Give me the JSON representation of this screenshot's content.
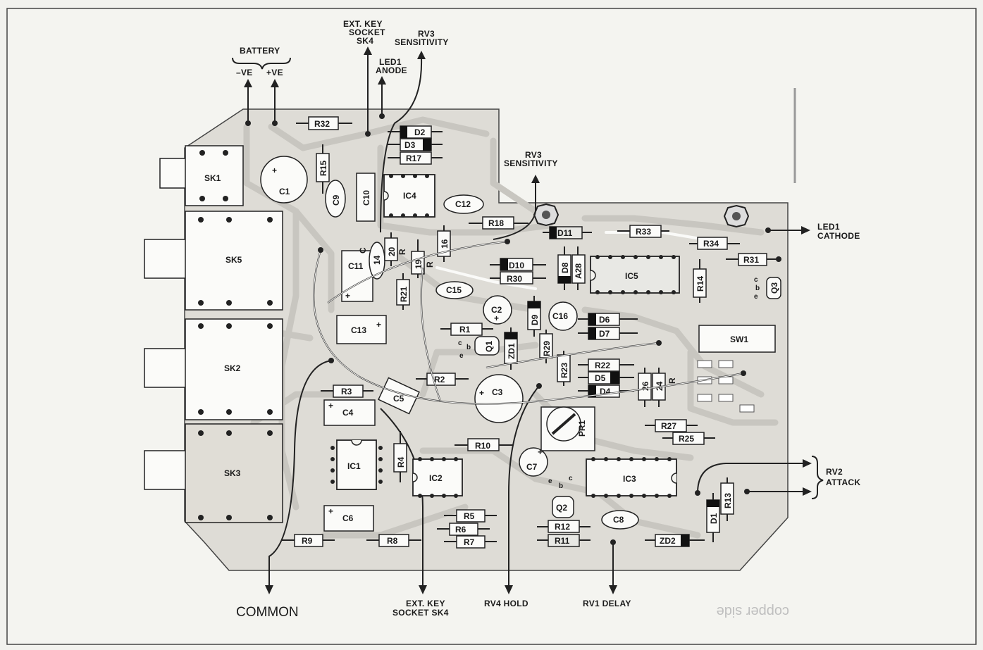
{
  "labels": {
    "battery": "BATTERY",
    "battery_neg": "–VE",
    "battery_pos": "+VE",
    "ext_key_top_1": "EXT. KEY",
    "ext_key_top_2": "SOCKET",
    "ext_key_top_3": "SK4",
    "rv3_top_1": "RV3",
    "rv3_top_2": "SENSITIVITY",
    "led1_anode_1": "LED1",
    "led1_anode_2": "ANODE",
    "rv3_mid_1": "RV3",
    "rv3_mid_2": "SENSITIVITY",
    "led1_cathode_1": "LED1",
    "led1_cathode_2": "CATHODE",
    "rv2_1": "RV2",
    "rv2_2": "ATTACK",
    "common": "COMMON",
    "ext_key_bottom_1": "EXT. KEY",
    "ext_key_bottom_2": "SOCKET SK4",
    "rv4": "RV4 HOLD",
    "rv1": "RV1 DELAY",
    "copper_side": "copper side"
  },
  "components": {
    "sk1": "SK1",
    "sk5": "SK5",
    "sk2": "SK2",
    "sk3": "SK3",
    "c1": "C1",
    "c9": "C9",
    "c10": "C10",
    "c11": "C11",
    "c12": "C12",
    "c13": "C13",
    "c14": "14",
    "c15": "C15",
    "c16": "C16",
    "c2": "C2",
    "c3": "C3",
    "c4": "C4",
    "c5": "C5",
    "c6": "C6",
    "c7": "C7",
    "c8": "C8",
    "c_mark": "C",
    "ic1": "IC1",
    "ic2": "IC2",
    "ic3": "IC3",
    "ic4": "IC4",
    "ic5": "IC5",
    "r32": "R32",
    "r15": "R15",
    "r17": "R17",
    "r18": "R18",
    "r20": "20",
    "r19": "19",
    "r16": "16",
    "r21": "R21",
    "r30": "R30",
    "r33": "R33",
    "r34": "R34",
    "r31": "R31",
    "r14": "R14",
    "r1": "R1",
    "r2": "R2",
    "r3": "R3",
    "r4": "R4",
    "r5": "R5",
    "r6": "R6",
    "r7": "R7",
    "r8": "R8",
    "r9": "R9",
    "r10": "R10",
    "r11": "R11",
    "r12": "R12",
    "r13": "R13",
    "r22": "R22",
    "r23": "R23",
    "r25": "R25",
    "r27": "R27",
    "r29": "R29",
    "r26": "26",
    "r24": "24",
    "r28": "A28",
    "r_mark": "R",
    "d1": "D1",
    "d2": "D2",
    "d3": "D3",
    "d4": "D4",
    "d5": "D5",
    "d6": "D6",
    "d7": "D7",
    "d8": "D8",
    "d9": "D9",
    "d10": "D10",
    "d11": "D11",
    "zd1": "ZD1",
    "zd2": "ZD2",
    "q1": "Q1",
    "q2": "Q2",
    "q3": "Q3",
    "pr1": "PR1",
    "sw1": "SW1",
    "pin_c": "c",
    "pin_b": "b",
    "pin_e": "e"
  }
}
